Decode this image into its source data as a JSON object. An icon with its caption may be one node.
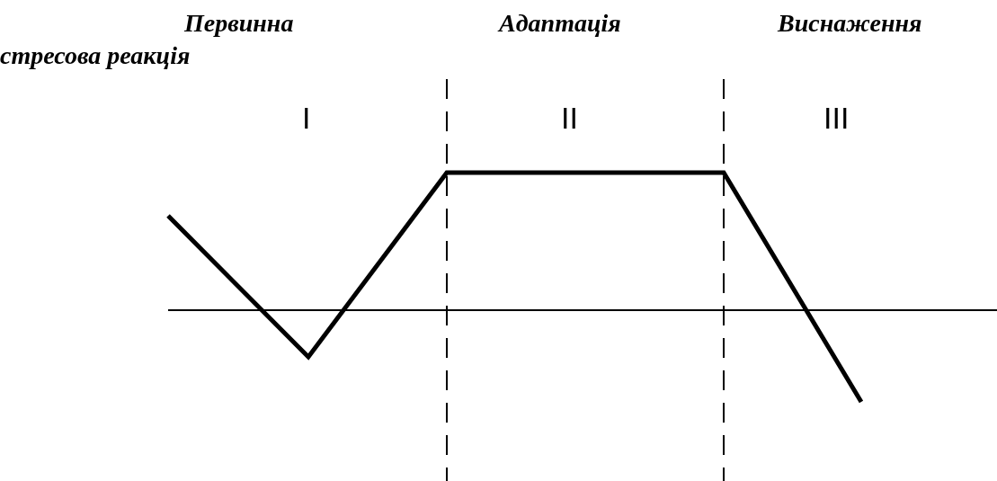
{
  "diagram": {
    "labels": [
      "Первинна стресова реакція",
      "Адаптація",
      "Виснаження",
      "I",
      "II",
      "III"
    ]
  }
}
